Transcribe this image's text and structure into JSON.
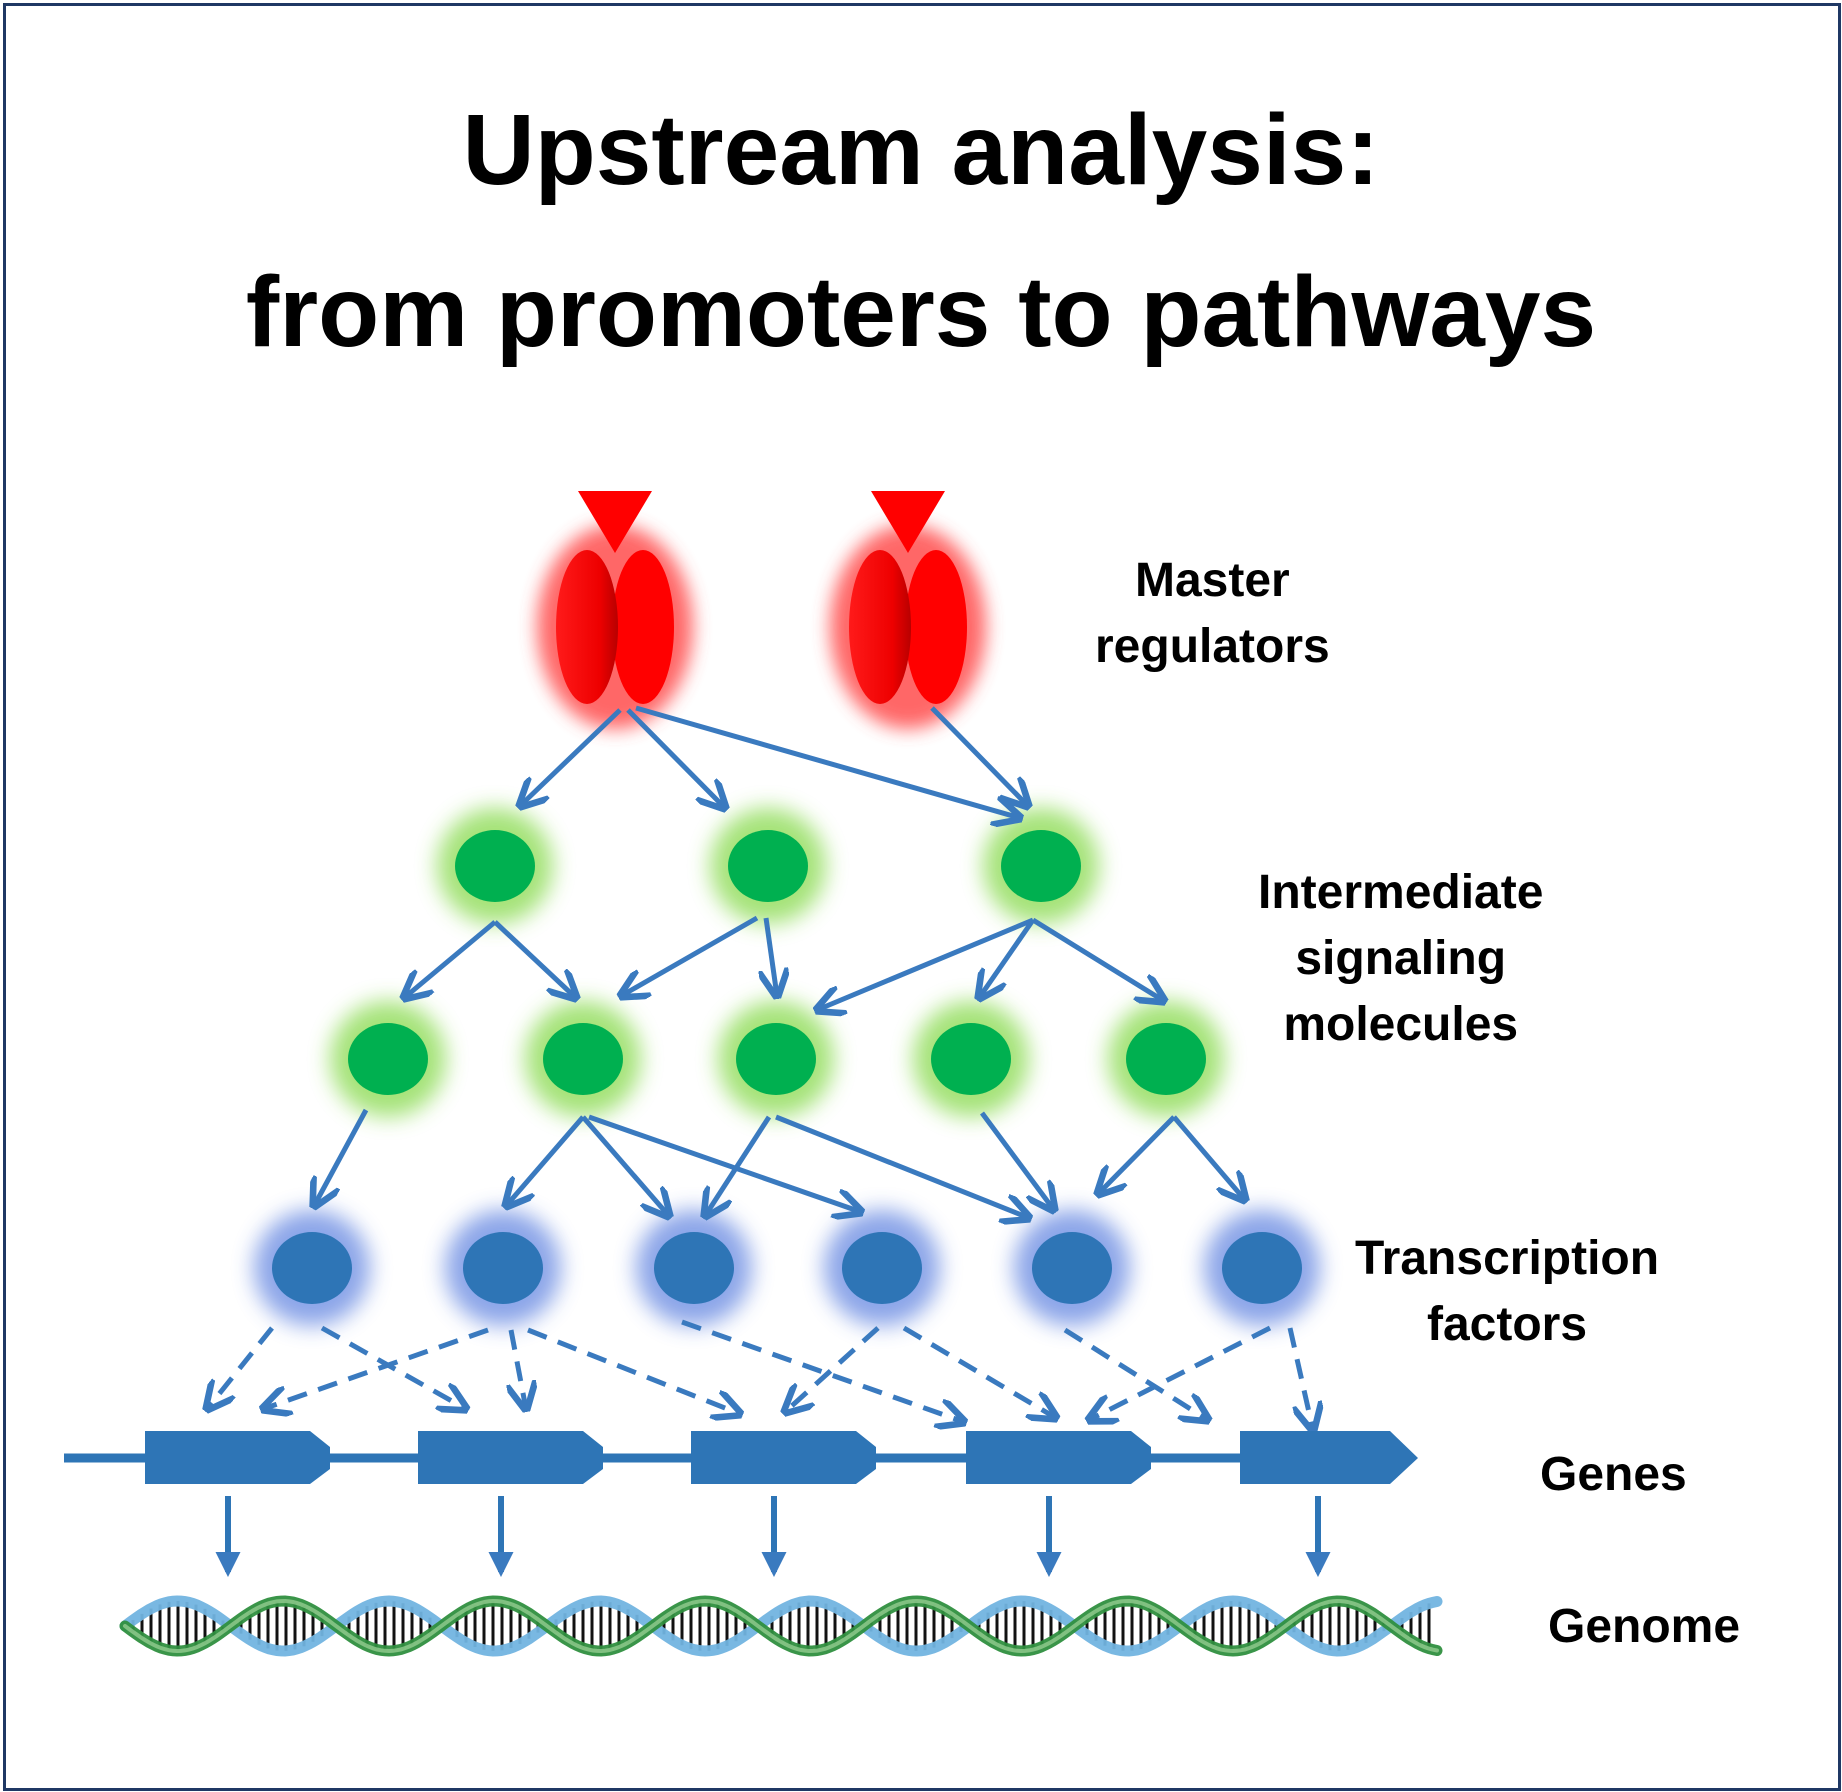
{
  "title": {
    "line1": "Upstream analysis:",
    "line2": "from promoters to pathways"
  },
  "levels": {
    "master": [
      "Master",
      "regulators"
    ],
    "intermediate": [
      "Intermediate",
      "signaling",
      "molecules"
    ],
    "tf": [
      "Transcription",
      "factors"
    ],
    "genes": [
      "Genes"
    ],
    "genome": [
      "Genome"
    ]
  },
  "colors": {
    "master_regulator": "#ff0000",
    "signaling_molecule": "#00b050",
    "transcription_factor": "#2e75b6",
    "arrow": "#3a7abf",
    "frame": "#1f3864"
  },
  "nodes": {
    "master": 2,
    "signaling_row1": 3,
    "signaling_row2": 5,
    "tf": 6,
    "genes": 5
  }
}
